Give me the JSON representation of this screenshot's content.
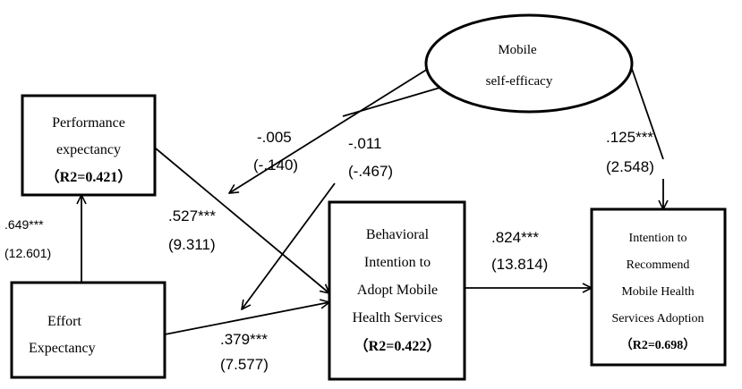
{
  "nodes": {
    "performance": {
      "line1": "Performance",
      "line2": "expectancy",
      "r2": "（R2=0.421）"
    },
    "effort": {
      "line1": "Effort",
      "line2": "Expectancy"
    },
    "behavioral": {
      "line1": "Behavioral",
      "line2": "Intention to",
      "line3": "Adopt Mobile",
      "line4": "Health Services",
      "r2": "（R2=0.422）"
    },
    "recommend": {
      "line1": "Intention to",
      "line2": "Recommend",
      "line3": "Mobile Health",
      "line4": "Services Adoption",
      "r2": "（R2=0.698）"
    },
    "selfefficacy": {
      "line1": "Mobile",
      "line2": "self-efficacy"
    }
  },
  "paths": {
    "effort_perf": {
      "coef": ".649***",
      "t": "(12.601)"
    },
    "perf_bi": {
      "coef": ".527***",
      "t": "(9.311)"
    },
    "effort_bi": {
      "coef": ".379***",
      "t": "(7.577)"
    },
    "bi_rec": {
      "coef": ".824***",
      "t": "(13.814)"
    },
    "se_perf": {
      "coef": "-.005",
      "t": "(-.140)"
    },
    "se_effort": {
      "coef": "-.011",
      "t": "(-.467)"
    },
    "se_rec": {
      "coef": ".125***",
      "t": "(2.548)"
    }
  }
}
